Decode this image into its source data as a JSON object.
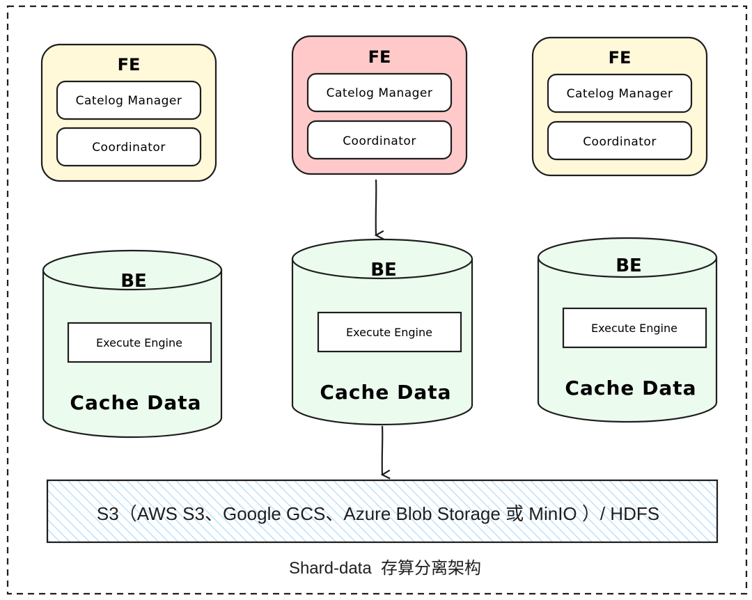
{
  "colors": {
    "fe_default": "#fff8d9",
    "fe_active": "#ffc9c9",
    "be_fill": "#ebfbee",
    "storage_hatch": "#a5d8ff",
    "stroke": "#1e1e1e"
  },
  "fe_nodes": [
    {
      "title": "FE",
      "catalog": "Catelog Manager",
      "coordinator": "Coordinator",
      "state": "default"
    },
    {
      "title": "FE",
      "catalog": "Catelog Manager",
      "coordinator": "Coordinator",
      "state": "active"
    },
    {
      "title": "FE",
      "catalog": "Catelog Manager",
      "coordinator": "Coordinator",
      "state": "default"
    }
  ],
  "be_nodes": [
    {
      "title": "BE",
      "engine": "Execute Engine",
      "cache": "Cache Data"
    },
    {
      "title": "BE",
      "engine": "Execute Engine",
      "cache": "Cache Data"
    },
    {
      "title": "BE",
      "engine": "Execute Engine",
      "cache": "Cache Data"
    }
  ],
  "storage": {
    "label": "S3（AWS S3、Google GCS、Azure Blob Storage 或 MinIO ）/ HDFS"
  },
  "caption": "Shard-data  存算分离架构"
}
